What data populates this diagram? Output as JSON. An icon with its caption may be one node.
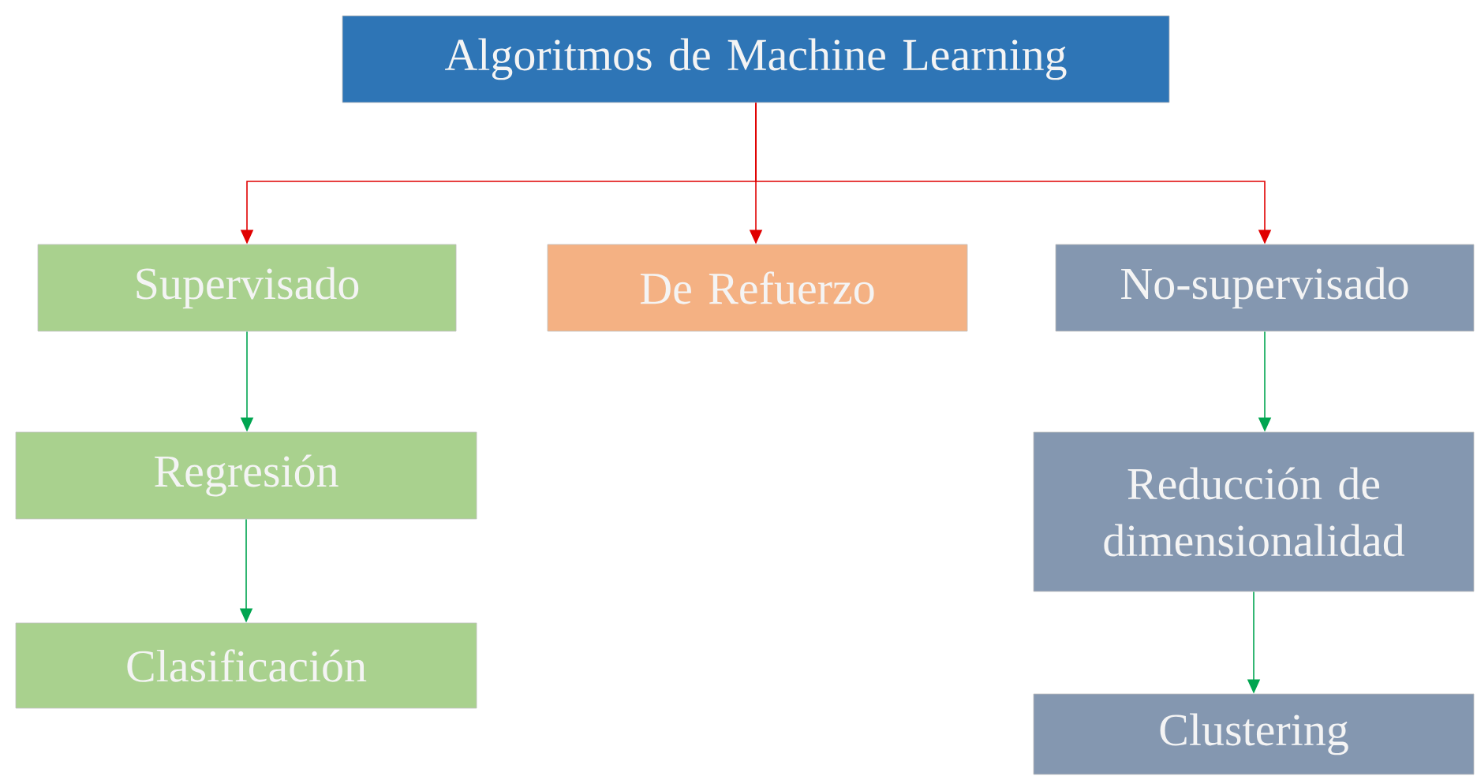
{
  "diagram": {
    "nodes": [
      {
        "text": [
          "Algoritmos de Machine Learning"
        ]
      },
      {
        "text": [
          "Supervisado"
        ]
      },
      {
        "text": [
          "De Refuerzo"
        ]
      },
      {
        "text": [
          "No-supervisado"
        ]
      },
      {
        "text": [
          "Regresión"
        ]
      },
      {
        "text": [
          "Clasificación"
        ]
      },
      {
        "text": [
          "Reducción de dimensionalidad"
        ]
      },
      {
        "text": [
          "Clustering"
        ]
      }
    ],
    "edges": [
      {
        "from": 0,
        "to": 1,
        "arrow": "to",
        "color": "#e00000"
      },
      {
        "from": 0,
        "to": 2,
        "arrow": "to",
        "color": "#e00000"
      },
      {
        "from": 0,
        "to": 3,
        "arrow": "to",
        "color": "#e00000"
      },
      {
        "from": 1,
        "to": 4,
        "arrow": "to"
      },
      {
        "from": 4,
        "to": 5,
        "arrow": "to"
      },
      {
        "from": 3,
        "to": 6,
        "arrow": "to"
      },
      {
        "from": 6,
        "to": 7,
        "arrow": "to"
      }
    ]
  }
}
